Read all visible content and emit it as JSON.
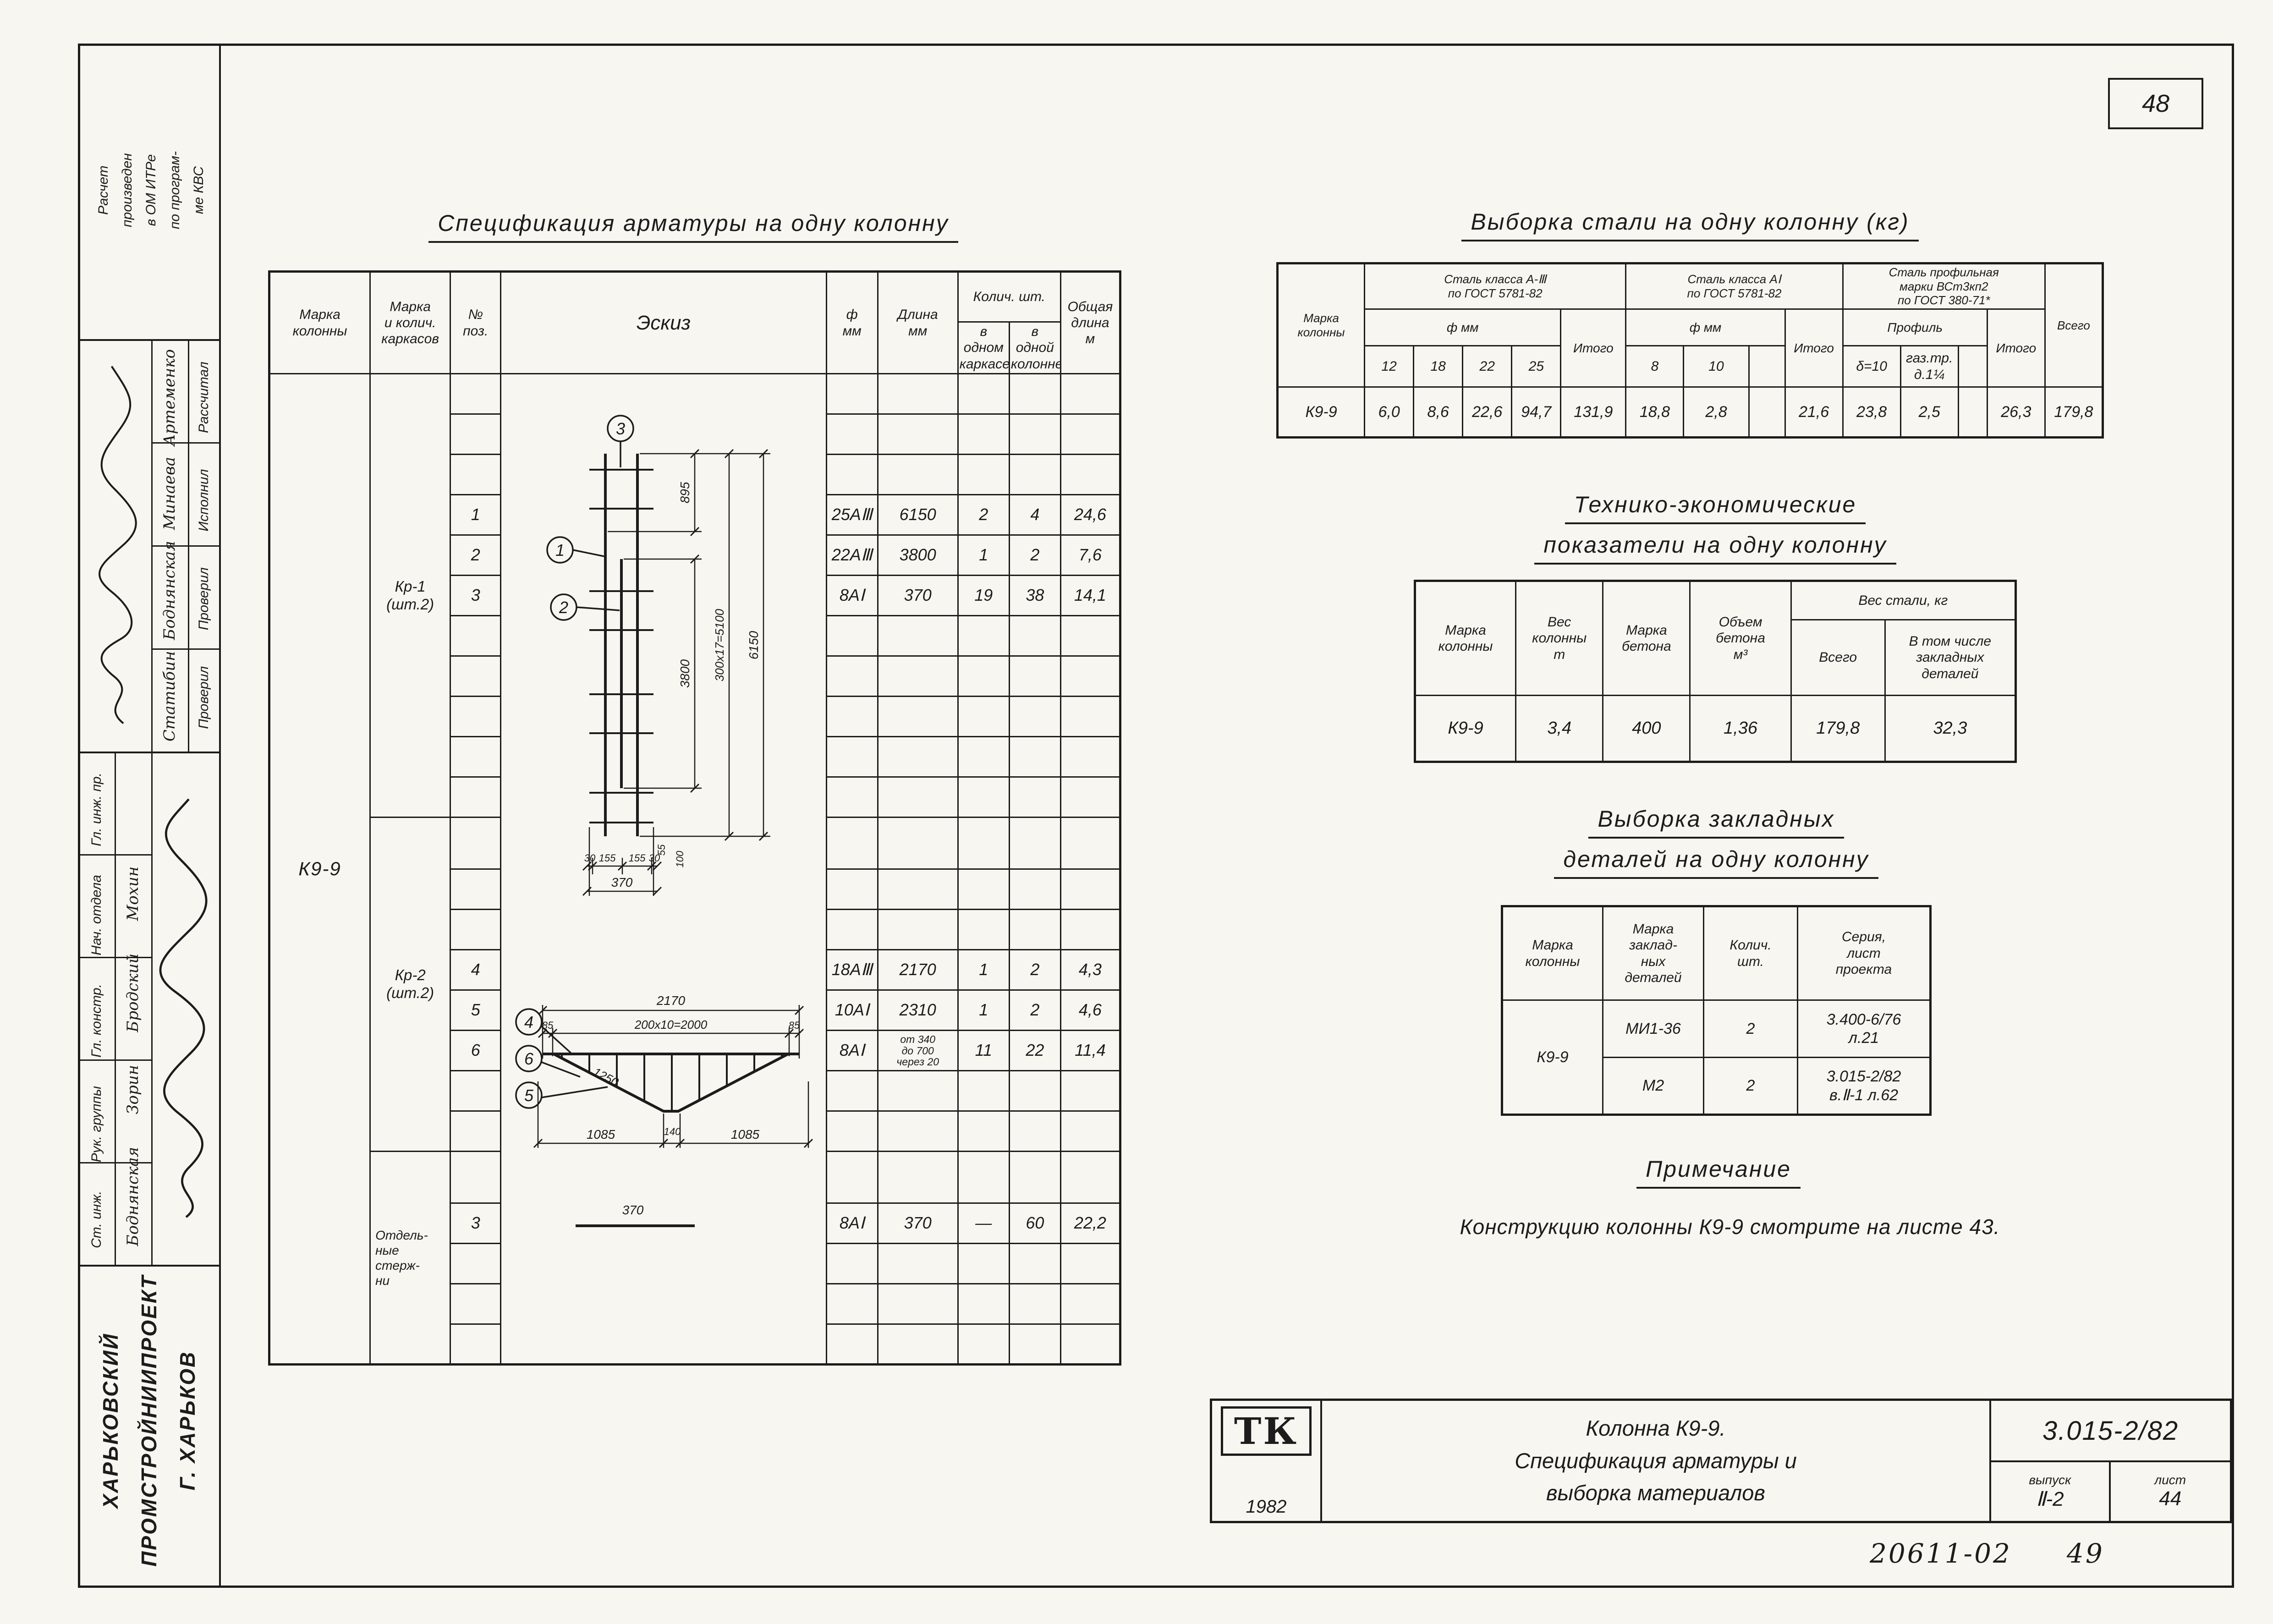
{
  "page": {
    "corner_sheet": "48",
    "hand_number": "20611-02",
    "hand_sheet": "49"
  },
  "stamp": {
    "calc_note": "Расчет\nпроизведен\nв ОМ ИТРе\nпо програм-\nме КВС",
    "block1": {
      "roles": [
        "Рассчитал",
        "Исполнил",
        "Проверил",
        "Проверил"
      ],
      "names": [
        "Артеменко",
        "Минаева",
        "Боднянская",
        "Статибин"
      ]
    },
    "block2": {
      "roles": [
        "Гл. инж. пр.",
        "Нач. отдела",
        "Гл. констр.",
        "Рук. группы",
        "Ст. инж."
      ],
      "names": [
        "Мохин",
        "Бродский",
        "Зорин",
        "Боднянская"
      ]
    },
    "org": "ХАРЬКОВСКИЙ\nПРОМСТРОЙНИИПРОЕКТ\nГ. ХАРЬКОВ"
  },
  "spec": {
    "title": "Спецификация арматуры на одну колонну",
    "headers": {
      "mark": "Марка\nколонны",
      "frame": "Марка\nи колич.\nкаркасов",
      "pos": "№\nпоз.",
      "sketch": "Эскиз",
      "dia": "ф\nмм",
      "len": "Длина\nмм",
      "qty": "Колич. шт.",
      "qty_frame": "в одном\nкаркасе",
      "qty_col": "в одной\nколонне",
      "total": "Общая\nдлина\nм"
    },
    "mark": "К9-9",
    "groups": [
      {
        "label": "Кр-1\n(шт.2)",
        "rows": [
          {
            "pos": "1",
            "dia": "25АⅢ",
            "len": "6150",
            "per_frame": "2",
            "per_col": "4",
            "total": "24,6"
          },
          {
            "pos": "2",
            "dia": "22АⅢ",
            "len": "3800",
            "per_frame": "1",
            "per_col": "2",
            "total": "7,6"
          },
          {
            "pos": "3",
            "dia": "8АⅠ",
            "len": "370",
            "per_frame": "19",
            "per_col": "38",
            "total": "14,1"
          }
        ]
      },
      {
        "label": "Кр-2\n(шт.2)",
        "rows": [
          {
            "pos": "4",
            "dia": "18АⅢ",
            "len": "2170",
            "per_frame": "1",
            "per_col": "2",
            "total": "4,3"
          },
          {
            "pos": "5",
            "dia": "10АⅠ",
            "len": "2310",
            "per_frame": "1",
            "per_col": "2",
            "total": "4,6"
          },
          {
            "pos": "6",
            "dia": "8АⅠ",
            "len": "от 340\nдо 700\nчерез 20",
            "per_frame": "11",
            "per_col": "22",
            "total": "11,4"
          }
        ]
      },
      {
        "label": "Отдель-\nные\nстерж-\nни",
        "rows": [
          {
            "pos": "3",
            "dia": "8АⅠ",
            "len": "370",
            "per_frame": "—",
            "per_col": "60",
            "total": "22,2"
          }
        ]
      }
    ],
    "sketch": {
      "kr1": {
        "d895": "895",
        "d3800": "3800",
        "dstep": "300х17=5100",
        "d6150": "6150",
        "d100": "100",
        "d55": "55",
        "bottom": [
          "30",
          "155",
          "155",
          "30"
        ],
        "d370": "370",
        "b_top": "3",
        "b_mid": "1",
        "b_low": "2"
      },
      "kr2": {
        "d2170": "2170",
        "d85l": "85",
        "dstep": "200х10=2000",
        "d85r": "85",
        "ddiag": "1250",
        "bottom": [
          "1085",
          "140",
          "1085"
        ],
        "b_top": "4",
        "b_mid": "6",
        "b_low": "5"
      },
      "rod": {
        "d370": "370"
      }
    }
  },
  "steel": {
    "title": "Выборка стали на одну колонну (кг)",
    "mark_header": "Марка\nколонны",
    "itogo": "Итого",
    "total_header": "Всего",
    "groups": [
      {
        "title": "Сталь класса А-Ⅲ\nпо ГОСТ 5781-82",
        "sub": "ф мм",
        "cols": [
          "12",
          "18",
          "22",
          "25"
        ]
      },
      {
        "title": "Сталь класса АⅠ\nпо ГОСТ 5781-82",
        "sub": "ф мм",
        "cols": [
          "8",
          "10",
          ""
        ]
      },
      {
        "title": "Сталь профильная\nмарки ВСт3кп2\nпо ГОСТ 380-71*",
        "sub": "Профиль",
        "cols": [
          "δ=10",
          "газ.тр.\nд.1¼",
          ""
        ]
      }
    ],
    "row": {
      "mark": "К9-9",
      "values": [
        "6,0",
        "8,6",
        "22,6",
        "94,7",
        "131,9",
        "18,8",
        "2,8",
        "",
        "21,6",
        "23,8",
        "2,5",
        "",
        "26,3"
      ],
      "total": "179,8"
    }
  },
  "tech": {
    "title_lines": [
      "Технико-экономические",
      "показатели на одну колонну"
    ],
    "headers": {
      "mark": "Марка\nколонны",
      "weight": "Вес\nколонны\nт",
      "concrete": "Марка\nбетона",
      "volume": "Объем\nбетона\nм³",
      "steel": "Вес стали, кг",
      "steel_total": "Всего",
      "steel_embed": "В том числе\nзакладных\nдеталей"
    },
    "row": {
      "mark": "К9-9",
      "weight": "3,4",
      "concrete": "400",
      "volume": "1,36",
      "steel_total": "179,8",
      "steel_embed": "32,3"
    }
  },
  "embed": {
    "title_lines": [
      "Выборка закладных",
      "деталей на одну колонну"
    ],
    "headers": [
      "Марка\nколонны",
      "Марка\nзаклад-\nных\nдеталей",
      "Колич.\nшт.",
      "Серия,\nлист\nпроекта"
    ],
    "mark": "К9-9",
    "rows": [
      {
        "detail": "МИ1-36",
        "qty": "2",
        "series": "3.400-6/76\nл.21"
      },
      {
        "detail": "М2",
        "qty": "2",
        "series": "3.015-2/82\nв.Ⅱ-1 л.62"
      }
    ]
  },
  "note": {
    "title": "Примечание",
    "text": "Конструкцию колонны К9-9 смотрите на листе 43."
  },
  "titleblock": {
    "logo": "ТК",
    "year": "1982",
    "title": "Колонна К9-9.\nСпецификация арматуры и\nвыборка материалов",
    "doc": "3.015-2/82",
    "issue_label": "выпуск",
    "issue": "Ⅱ-2",
    "sheet_label": "лист",
    "sheet": "44"
  }
}
